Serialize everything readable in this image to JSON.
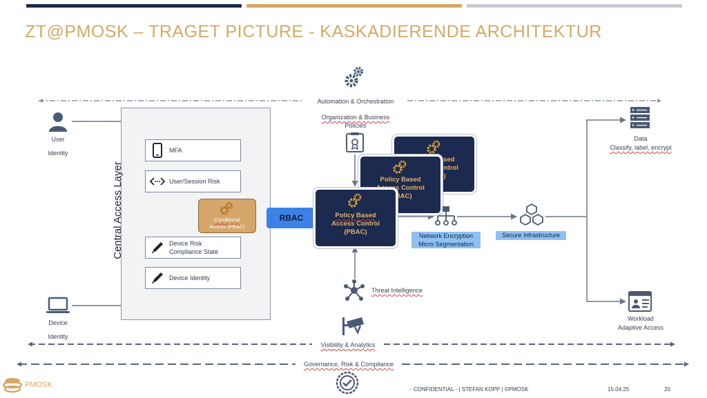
{
  "header": {
    "title": "ZT@PMOSK – TRAGET PICTURE - KASKADIERENDE ARCHITEKTUR",
    "bar_colors": [
      "#1f2a44",
      "#d6a865",
      "#c8ccd3"
    ]
  },
  "colors": {
    "navy": "#1b2a4e",
    "gold": "#d6a865",
    "blue": "#3c82e6",
    "light_blue": "#8fc0f2",
    "line": "#6b7588"
  },
  "bands": {
    "automation": "Automation & Orchestration",
    "visibility": "Visibility & Analytics",
    "governance": "Governance, Risk & Compliance"
  },
  "left": {
    "user": {
      "line1": "User",
      "line2": "Identity",
      "icon": "user-icon"
    },
    "device": {
      "line1": "Device",
      "line2": "Identity",
      "icon": "laptop-icon"
    }
  },
  "central_access_layer": {
    "title": "Central Access Layer",
    "components": [
      {
        "label": "MFA",
        "icon": "smartphone-icon"
      },
      {
        "label": "User/Session Risk",
        "icon": "code-arrows-icon"
      },
      {
        "label": "Device Risk",
        "label2": "Compliance State",
        "icon": "pen-icon"
      },
      {
        "label": "Device Identity",
        "icon": "pen-icon"
      }
    ],
    "conditional": {
      "line1": "Conditional",
      "line2": "Access (PBAC)",
      "icon": "gears-icon"
    }
  },
  "rbac": {
    "label": "RBAC"
  },
  "policies": {
    "line1": "Organization & Business",
    "line2": "Policies",
    "icon": "certificate-icon"
  },
  "pbac_stack": [
    {
      "line1": "Policy Based",
      "line2": "Access Control",
      "line3": "(PBAC)"
    },
    {
      "line1": "Policy Based",
      "line2": "Access Control",
      "line3": "(PBAC)"
    },
    {
      "line1": "Policy Based",
      "line2": "Access Control",
      "line3": "(PBAC)"
    }
  ],
  "threat": {
    "label": "Threat Intelligence",
    "icon": "network-hub-icon"
  },
  "network": {
    "line1": "Network Encryption",
    "line2": "Micro Segmentation",
    "icon": "network-tree-icon"
  },
  "infra": {
    "label": "Secure Infrastructure",
    "icon": "cubes-icon"
  },
  "right": {
    "data": {
      "line1": "Data",
      "line2": "Classify, label, encrypt",
      "icon": "server-icon"
    },
    "workload": {
      "line1": "Workload",
      "line2": "Adaptive Access",
      "icon": "browser-window-icon"
    }
  },
  "footer": {
    "logo": "PMOSK",
    "confidential": "- CONFIDENTIAL - | STEFAN KOPP | ©PMOSK",
    "date": "15.04.25",
    "page": "20"
  }
}
